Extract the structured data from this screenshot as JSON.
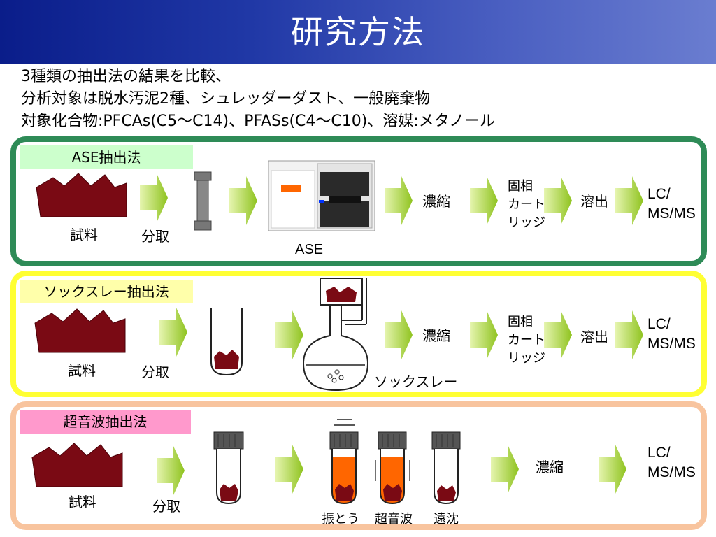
{
  "title": "研究方法",
  "intro": [
    "3種類の抽出法の結果を比較、",
    "分析対象は脱水汚泥2種、シュレッダーダスト、一般廃棄物",
    "対象化合物:PFCAs(C5～C14)、PFASs(C4～C10)、溶媒:メタノール"
  ],
  "methods": {
    "ase": {
      "tag": "ASE抽出法",
      "sample": "試料",
      "split": "分取",
      "device": "ASE",
      "concentrate": "濃縮",
      "cartridge": [
        "固相",
        "カート",
        "リッジ"
      ],
      "elute": "溶出",
      "detect": [
        "LC/",
        "MS/MS"
      ]
    },
    "soxhlet": {
      "tag": "ソックスレー抽出法",
      "sample": "試料",
      "split": "分取",
      "device": "ソックスレー",
      "concentrate": "濃縮",
      "cartridge": [
        "固相",
        "カート",
        "リッジ"
      ],
      "elute": "溶出",
      "detect": [
        "LC/",
        "MS/MS"
      ]
    },
    "ultrasonic": {
      "tag": "超音波抽出法",
      "sample": "試料",
      "split": "分取",
      "steps": [
        "振とう",
        "超音波",
        "遠沈"
      ],
      "concentrate": "濃縮",
      "detect": [
        "LC/",
        "MS/MS"
      ]
    }
  },
  "colors": {
    "title_bg": "#1a2f9e",
    "panel_ase": "#2e8b57",
    "panel_soxhlet": "#ffff33",
    "panel_ultrasonic": "#f8c49e",
    "sample": "#7a0a14",
    "arrow": "#99cc33",
    "solvent": "#ff6600"
  }
}
